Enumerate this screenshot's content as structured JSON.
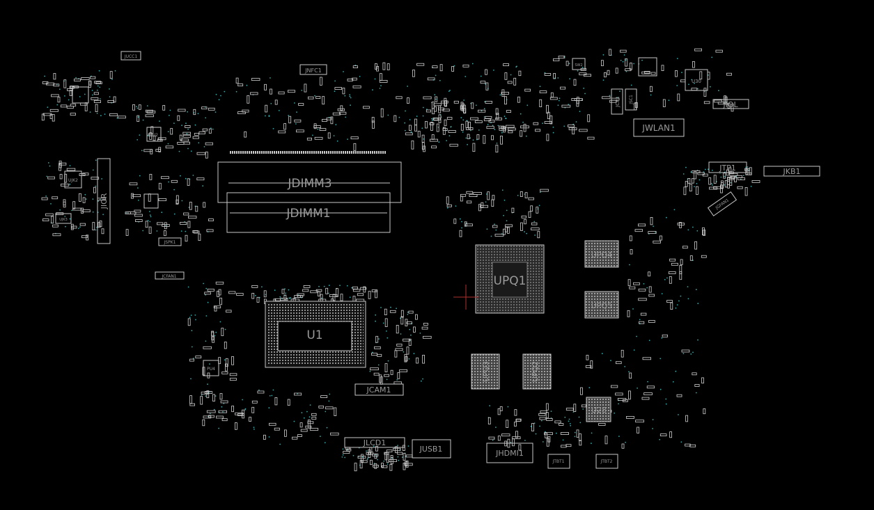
{
  "canvas": {
    "background": "#000000",
    "outline_color": "#c8c8c8",
    "pad_color": "#d0d0d0",
    "via_color": "#3aa6a6",
    "label_color": "#9a9a9a",
    "cursor_color": "#b03030"
  },
  "labels": {
    "jdimm3": "JDIMM3",
    "jdimm1": "JDIMM1",
    "upq1": "UPQ1",
    "u1": "U1",
    "upq4": "UPQ4",
    "upq5": "UPQ5",
    "upq3": "UPQ3",
    "upq2": "UPQ2",
    "u28": "U28",
    "jwlan1": "JWLAN1",
    "jiol": "JIOL",
    "jior": "JIOR",
    "jtp1": "JTP1",
    "jkb1": "JKB1",
    "jcam1": "JCAM1",
    "jlcd1": "JLCD1",
    "jusb1": "JUSB1",
    "jhdmi1": "JHDMI1",
    "jtbt1": "JTBT1",
    "jtbt2": "JTBT2",
    "jnfc1": "JNFC1",
    "jspk1": "JSPK1",
    "jcfan1": "JCFAN1",
    "jucc1": "JUCC1",
    "jucc2": "JUCC2",
    "jgfan1": "JGFAN1",
    "jcp1": "JCP1",
    "jsc1": "JSC1",
    "sw2": "SW2",
    "ujk2": "UJK2",
    "ujk3": "UJK3",
    "u30": "U30",
    "u35": "U35",
    "pu1": "PU1",
    "pu2": "PU2",
    "pu3": "PU3",
    "pu4": "PU4"
  }
}
